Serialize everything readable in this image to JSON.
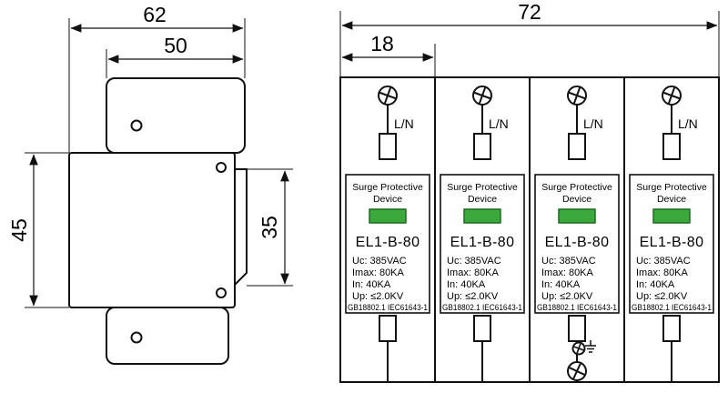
{
  "drawing": {
    "side_view": {
      "dim_total_width": "62",
      "dim_body_width": "50",
      "dim_body_height": "45",
      "dim_clip_height": "35"
    },
    "front_view": {
      "dim_total_width": "72",
      "dim_module_width": "18",
      "module": {
        "terminal_label": "L/N",
        "title_line1": "Surge Protective",
        "title_line2": "Device",
        "model": "EL1-B-80",
        "specs": [
          "Uc: 385VAC",
          "Imax: 80KA",
          "In: 40KA",
          "Up: ≤2.0KV"
        ],
        "standard": "GB18802.1 IEC61643-1"
      }
    }
  },
  "colors": {
    "indicator_green": "#3aa83a",
    "indicator_border": "#1d6b1d"
  }
}
